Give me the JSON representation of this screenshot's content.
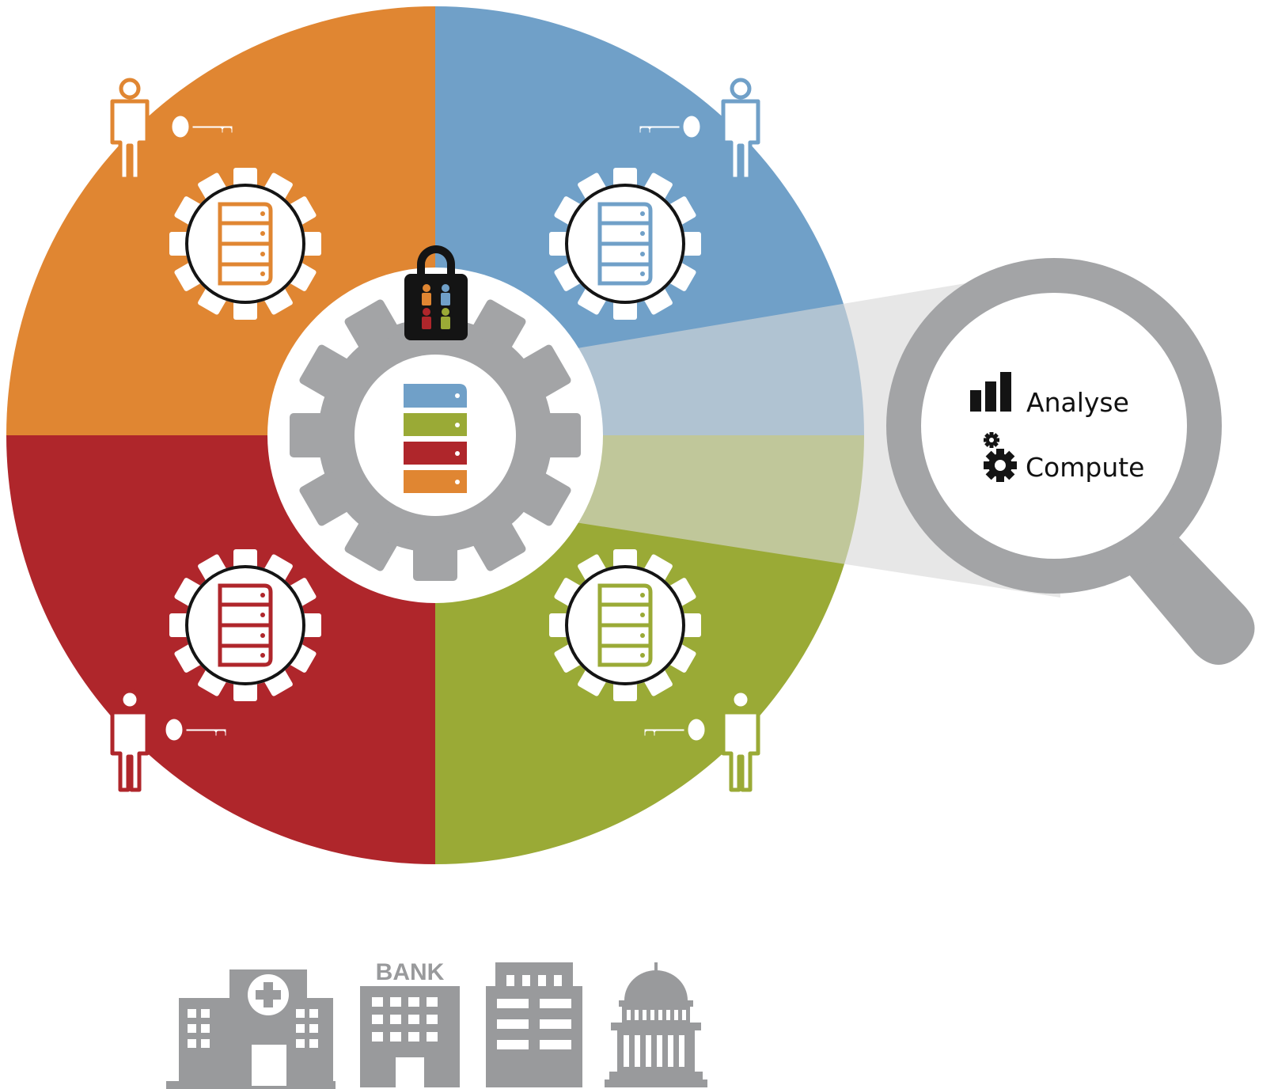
{
  "colors": {
    "orange": "#E08632",
    "blue": "#70A0C8",
    "red": "#AF262B",
    "green": "#9AAA36",
    "gear_gray": "#A3A4A6",
    "dark_gray": "#999A9C",
    "black": "#141414",
    "beam_gray": "#C8C8C8"
  },
  "quadrants": [
    {
      "id": "orange",
      "color_key": "orange",
      "user_icon": "person-icon",
      "key_icon": "key-icon",
      "node_icon": "server-gear-icon"
    },
    {
      "id": "blue",
      "color_key": "blue",
      "user_icon": "person-icon",
      "key_icon": "key-icon",
      "node_icon": "server-gear-icon"
    },
    {
      "id": "red",
      "color_key": "red",
      "user_icon": "person-icon",
      "key_icon": "key-icon",
      "node_icon": "server-gear-icon"
    },
    {
      "id": "green",
      "color_key": "green",
      "user_icon": "person-icon",
      "key_icon": "key-icon",
      "node_icon": "server-gear-icon"
    }
  ],
  "center": {
    "icon": "central-server-gear-icon",
    "lock_icon": "padlock-icon"
  },
  "magnifier": {
    "icon": "magnifier-icon",
    "items": [
      {
        "label": "Analyse",
        "icon": "bar-chart-icon"
      },
      {
        "label": "Compute",
        "icon": "gears-icon"
      }
    ]
  },
  "institutions": [
    {
      "name": "hospital",
      "icon": "hospital-icon"
    },
    {
      "name": "bank",
      "icon": "bank-icon",
      "sign_text": "BANK"
    },
    {
      "name": "office",
      "icon": "office-building-icon"
    },
    {
      "name": "government",
      "icon": "capitol-building-icon"
    }
  ]
}
